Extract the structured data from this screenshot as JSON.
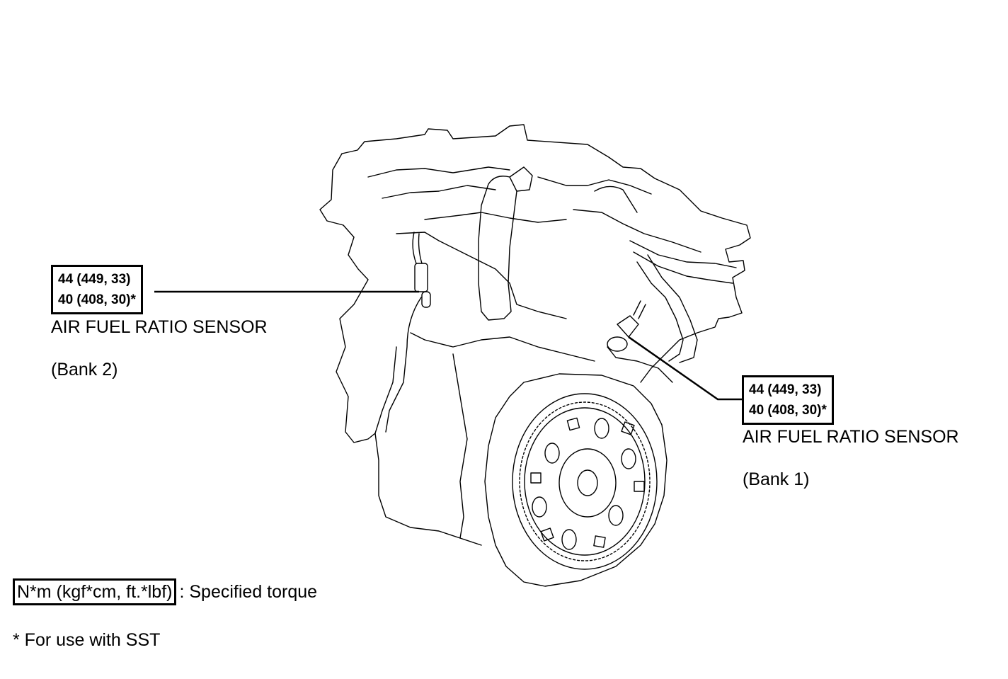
{
  "callouts": {
    "bank2": {
      "torque_primary": "44 (449, 33)",
      "torque_sst": "40 (408, 30)*",
      "part_name": "AIR FUEL RATIO SENSOR",
      "part_position": "(Bank 2)"
    },
    "bank1": {
      "torque_primary": "44 (449, 33)",
      "torque_sst": "40 (408, 30)*",
      "part_name": "AIR FUEL RATIO SENSOR",
      "part_position": "(Bank 1)"
    }
  },
  "legend": {
    "unit": "N*m (kgf*cm, ft.*lbf)",
    "description": ": Specified torque"
  },
  "footnote": "* For use with SST",
  "colors": {
    "line": "#000000",
    "background": "#ffffff"
  }
}
